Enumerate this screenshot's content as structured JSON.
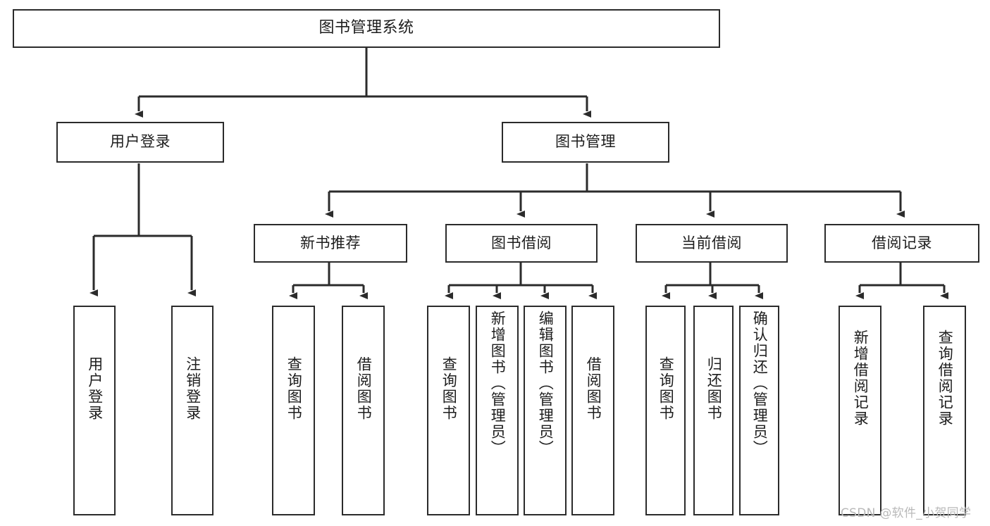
{
  "diagram": {
    "type": "tree-hierarchy",
    "title": "图书管理系统",
    "orientation": "top-down",
    "colors": {
      "background": "#ffffff",
      "box_border": "#2b2b2b",
      "box_fill": "#ffffff",
      "connector": "#2b2b2b",
      "text": "#1d1d1d",
      "watermark": "#b9b9b9"
    },
    "root": {
      "label": "图书管理系统",
      "orientation": "horizontal"
    },
    "level2": [
      {
        "label": "用户登录",
        "orientation": "horizontal"
      },
      {
        "label": "图书管理",
        "orientation": "horizontal"
      }
    ],
    "level3": [
      {
        "label": "新书推荐",
        "orientation": "horizontal"
      },
      {
        "label": "图书借阅",
        "orientation": "horizontal"
      },
      {
        "label": "当前借阅",
        "orientation": "horizontal"
      },
      {
        "label": "借阅记录",
        "orientation": "horizontal"
      }
    ],
    "leaves": {
      "user_login": [
        {
          "label": "用户登录",
          "orientation": "vertical"
        },
        {
          "label": "注销登录",
          "orientation": "vertical"
        }
      ],
      "new_book_recommend": [
        {
          "label": "查询图书",
          "orientation": "vertical"
        },
        {
          "label": "借阅图书",
          "orientation": "vertical"
        }
      ],
      "book_borrow": [
        {
          "label": "查询图书",
          "orientation": "vertical"
        },
        {
          "label": "新增图书（管理员）",
          "orientation": "vertical"
        },
        {
          "label": "编辑图书（管理员）",
          "orientation": "vertical"
        },
        {
          "label": "借阅图书",
          "orientation": "vertical"
        }
      ],
      "current_borrow": [
        {
          "label": "查询图书",
          "orientation": "vertical"
        },
        {
          "label": "归还图书",
          "orientation": "vertical"
        },
        {
          "label": "确认归还（管理员）",
          "orientation": "vertical"
        }
      ],
      "borrow_record": [
        {
          "label": "新增借阅记录",
          "orientation": "vertical"
        },
        {
          "label": "查询借阅记录",
          "orientation": "vertical"
        }
      ]
    },
    "watermark": "CSDN @软件_小贺同学"
  }
}
